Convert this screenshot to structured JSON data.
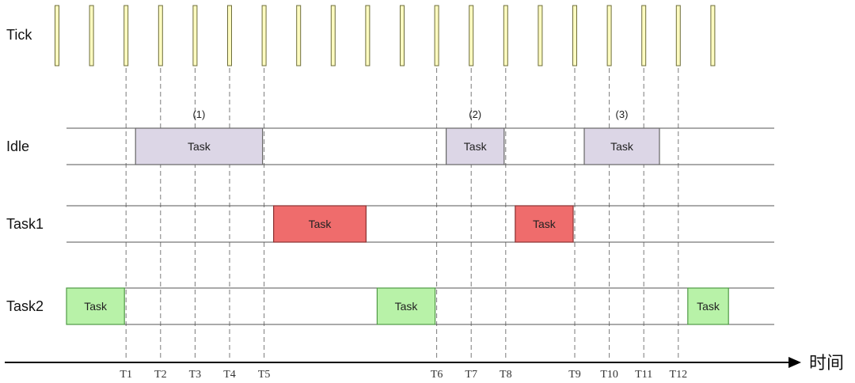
{
  "colors": {
    "tick_fill": "#fdfbc0",
    "tick_stroke": "#6d6d3a",
    "idle_fill": "#dcd6e6",
    "idle_stroke": "#666666",
    "task1_fill": "#ef6c6c",
    "task1_stroke": "#8a3333",
    "task2_fill": "#b8f2a8",
    "task2_stroke": "#4f9a45",
    "lane_line": "#555555",
    "guide_line": "#7a7a7a"
  },
  "rows": [
    {
      "key": "tick",
      "label": "Tick"
    },
    {
      "key": "idle",
      "label": "Idle"
    },
    {
      "key": "task1",
      "label": "Task1"
    },
    {
      "key": "task2",
      "label": "Task2"
    }
  ],
  "tick_count": 20,
  "time_marks": [
    "T1",
    "T2",
    "T3",
    "T4",
    "T5",
    "T6",
    "T7",
    "T8",
    "T9",
    "T10",
    "T11",
    "T12"
  ],
  "time_mark_slots": [
    2,
    3,
    4,
    5,
    6,
    11,
    12,
    13,
    15,
    16,
    17,
    18
  ],
  "blocks": [
    {
      "row": "idle",
      "label": "Task",
      "start": 2,
      "end": 6,
      "annotation": "(1)"
    },
    {
      "row": "idle",
      "label": "Task",
      "start": 11,
      "end": 13,
      "annotation": "(2)"
    },
    {
      "row": "idle",
      "label": "Task",
      "start": 15,
      "end": 17.5,
      "annotation": "(3)"
    },
    {
      "row": "task1",
      "label": "Task",
      "start": 6,
      "end": 9,
      "annotation": ""
    },
    {
      "row": "task1",
      "label": "Task",
      "start": 13,
      "end": 15,
      "annotation": ""
    },
    {
      "row": "task2",
      "label": "Task",
      "start": 0,
      "end": 2,
      "annotation": ""
    },
    {
      "row": "task2",
      "label": "Task",
      "start": 9,
      "end": 11,
      "annotation": ""
    },
    {
      "row": "task2",
      "label": "Task",
      "start": 18,
      "end": 19.5,
      "annotation": ""
    }
  ],
  "axis_label": "时间"
}
